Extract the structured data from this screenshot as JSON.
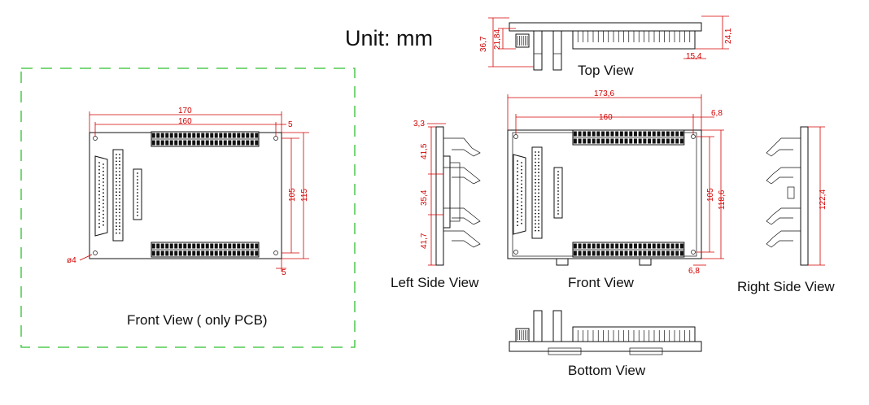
{
  "unit_label": "Unit: mm",
  "views": {
    "top": "Top View",
    "left_side": "Left Side View",
    "front": "Front View",
    "right_side": "Right Side View",
    "bottom": "Bottom View",
    "front_pcb": "Front View ( only PCB)"
  },
  "dimensions": {
    "top_36_7": "36,7",
    "top_21_84": "21,84",
    "top_24_1": "24,1",
    "top_15_4": "15,4",
    "pcb_170": "170",
    "pcb_160": "160",
    "pcb_5_top": "5",
    "pcb_105": "105",
    "pcb_115": "115",
    "pcb_5_bottom": "5",
    "pcb_hole": "ø4",
    "left_3_3": "3,3",
    "left_41_5": "41,5",
    "left_35_4": "35,4",
    "left_41_7": "41,7",
    "front_173_6": "173,6",
    "front_160": "160",
    "front_6_8_top": "6,8",
    "front_105": "105",
    "front_118_6": "118,6",
    "front_6_8_bottom": "6,8",
    "right_122_4": "122,4"
  },
  "colors": {
    "dimension": "#d40000",
    "outline": "#111111",
    "pcb_boundary": "#2fc12f"
  }
}
